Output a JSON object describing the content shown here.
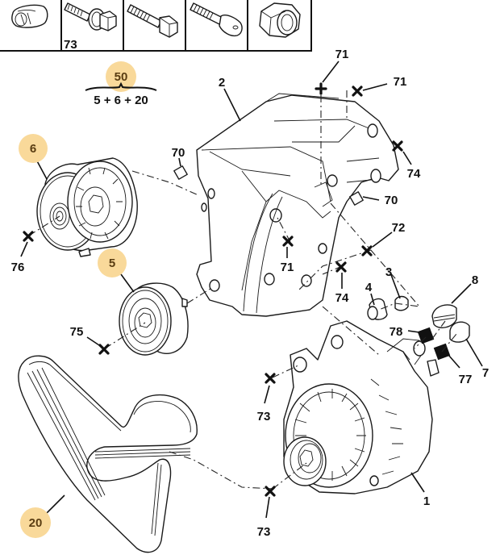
{
  "diagram": {
    "title": "Alternator and accessory belt drive - exploded parts view",
    "highlight_color": "#f9d99a",
    "highlight_text_color": "#5a3d12",
    "fastener_table": {
      "cells": [
        {
          "icon": "sleeve-bushing-icon",
          "label": ""
        },
        {
          "icon": "bolt-with-washer-icon",
          "label": "73"
        },
        {
          "icon": "hex-bolt-icon",
          "label": ""
        },
        {
          "icon": "socket-head-screw-icon",
          "label": ""
        },
        {
          "icon": "lock-nut-icon",
          "label": ""
        }
      ]
    },
    "kit": {
      "ref": "50",
      "composition": "5 + 6 + 20"
    },
    "callouts": [
      {
        "ref": "1",
        "part": "alternator",
        "highlighted": false
      },
      {
        "ref": "2",
        "part": "alternator-bracket",
        "highlighted": false
      },
      {
        "ref": "3",
        "part": "spacer",
        "highlighted": false
      },
      {
        "ref": "4",
        "part": "bushing",
        "highlighted": false
      },
      {
        "ref": "5",
        "part": "idler-pulley",
        "highlighted": true
      },
      {
        "ref": "6",
        "part": "tensioner-pulley",
        "highlighted": true
      },
      {
        "ref": "7",
        "part": "terminal-cap-small",
        "highlighted": false
      },
      {
        "ref": "8",
        "part": "terminal-cap-large",
        "highlighted": false
      },
      {
        "ref": "20",
        "part": "accessory-belt",
        "highlighted": true
      },
      {
        "ref": "70",
        "part": "dowel",
        "highlighted": false
      },
      {
        "ref": "70",
        "part": "dowel",
        "highlighted": false
      },
      {
        "ref": "71",
        "part": "bolt",
        "highlighted": false
      },
      {
        "ref": "71",
        "part": "bolt",
        "highlighted": false
      },
      {
        "ref": "71",
        "part": "bolt",
        "highlighted": false
      },
      {
        "ref": "72",
        "part": "bolt",
        "highlighted": false
      },
      {
        "ref": "73",
        "part": "bolt",
        "highlighted": false
      },
      {
        "ref": "73",
        "part": "bolt",
        "highlighted": false
      },
      {
        "ref": "74",
        "part": "bolt",
        "highlighted": false
      },
      {
        "ref": "74",
        "part": "bolt",
        "highlighted": false
      },
      {
        "ref": "75",
        "part": "bolt",
        "highlighted": false
      },
      {
        "ref": "76",
        "part": "bolt",
        "highlighted": false
      },
      {
        "ref": "77",
        "part": "nut",
        "highlighted": false
      },
      {
        "ref": "78",
        "part": "nut",
        "highlighted": false
      }
    ]
  }
}
